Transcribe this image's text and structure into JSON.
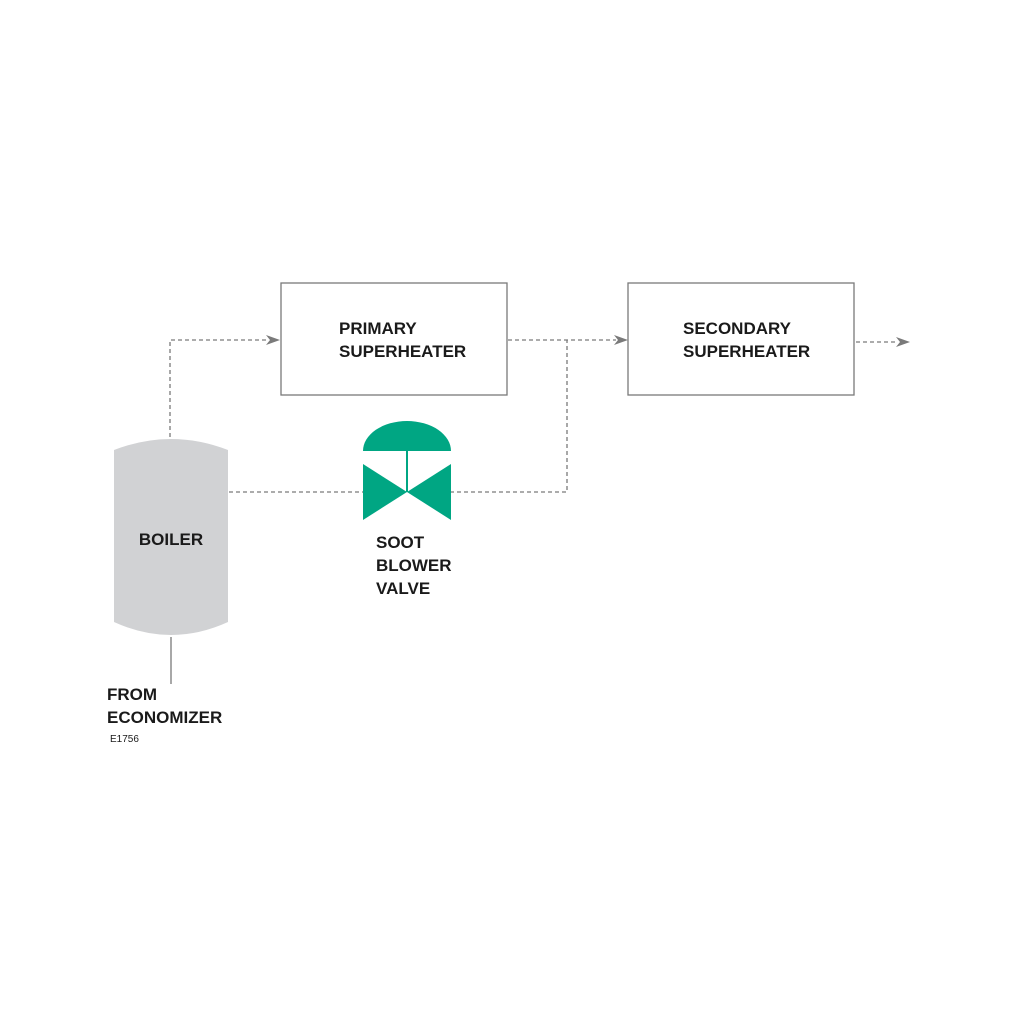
{
  "colors": {
    "valve": "#00a683",
    "boiler": "#d1d2d4",
    "line": "#7a7a7a",
    "text": "#1a1a1a"
  },
  "nodes": {
    "boiler": {
      "label": "BOILER"
    },
    "primary_superheater": {
      "lines": [
        "PRIMARY",
        "SUPERHEATER"
      ]
    },
    "secondary_superheater": {
      "lines": [
        "SECONDARY",
        "SUPERHEATER"
      ]
    },
    "soot_blower_valve": {
      "icon": "control-valve-icon",
      "lines": [
        "SOOT",
        "BLOWER",
        "VALVE"
      ]
    }
  },
  "inlet": {
    "lines": [
      "FROM",
      "ECONOMIZER"
    ]
  },
  "figure_ref": "E1756"
}
